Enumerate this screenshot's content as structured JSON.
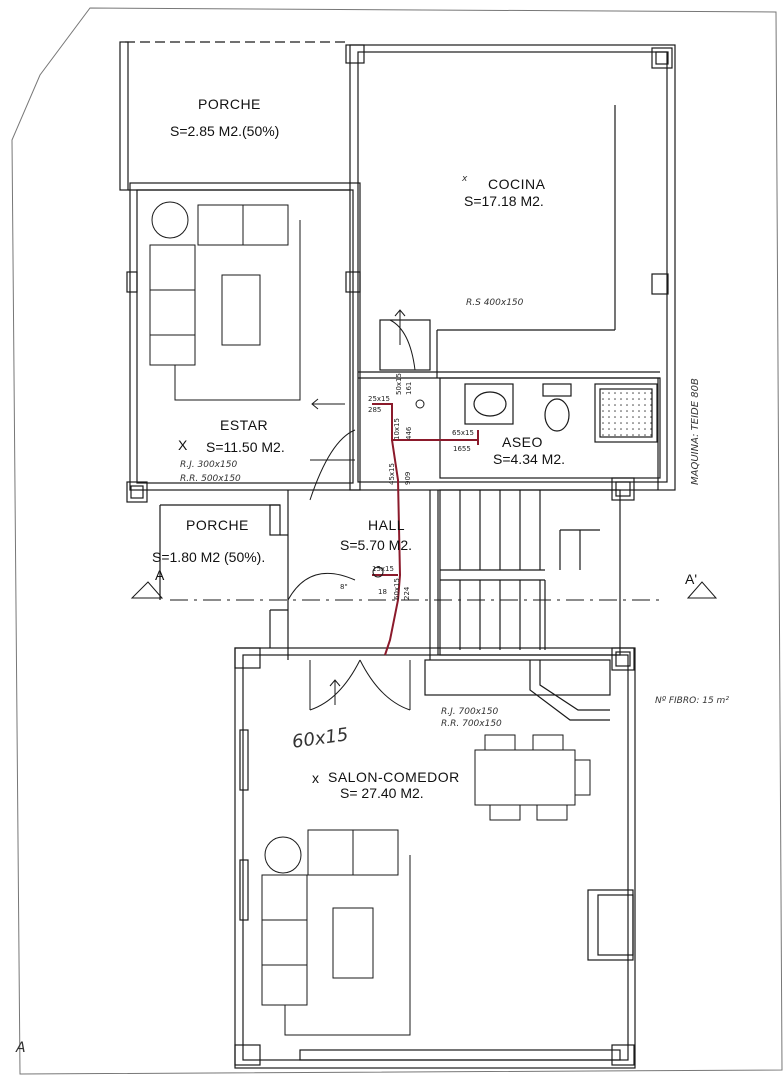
{
  "rooms": {
    "porche_top": {
      "name": "PORCHE",
      "area": "S=2.85 M2.(50%)"
    },
    "cocina": {
      "name": "COCINA",
      "area": "S=17.18 M2.",
      "mark": "x",
      "radiator": "R.S 400x150"
    },
    "estar": {
      "name": "ESTAR",
      "area": "S=11.50 M2.",
      "mark": "X",
      "radiator1": "R.J. 300x150",
      "radiator2": "R.R. 500x150"
    },
    "aseo": {
      "name": "ASEO",
      "area": "S=4.34 M2."
    },
    "porche_mid": {
      "name": "PORCHE",
      "area": "S=1.80 M2 (50%)."
    },
    "hall": {
      "name": "HALL",
      "area": "S=5.70 M2."
    },
    "salon": {
      "name": "SALON-COMEDOR",
      "area": "S= 27.40 M2.",
      "mark": "x",
      "radiator1": "R.J. 700x150",
      "radiator2": "R.R. 700x150"
    }
  },
  "annotations": {
    "maquina": "MAQUINA: TEIDE 80B",
    "fibro": "Nº FIBRO: 15 m²",
    "handwritten": "60x15",
    "section_left": "A",
    "section_right": "A'",
    "corner_mark": "A"
  },
  "pipes": {
    "p1": "25x15",
    "p2": "285",
    "p3": "50x15",
    "p4": "161",
    "p5": "10x15",
    "p6": "446",
    "p7": "65x15",
    "p8": "1655",
    "p9": "45x15",
    "p10": "909",
    "p11": "15x15",
    "p12": "18",
    "p13": "60x15",
    "p14": "224",
    "p15": "8\""
  },
  "colors": {
    "line": "#1a1a1a",
    "pipe": "#8b1a2b",
    "paper": "#ffffff"
  }
}
